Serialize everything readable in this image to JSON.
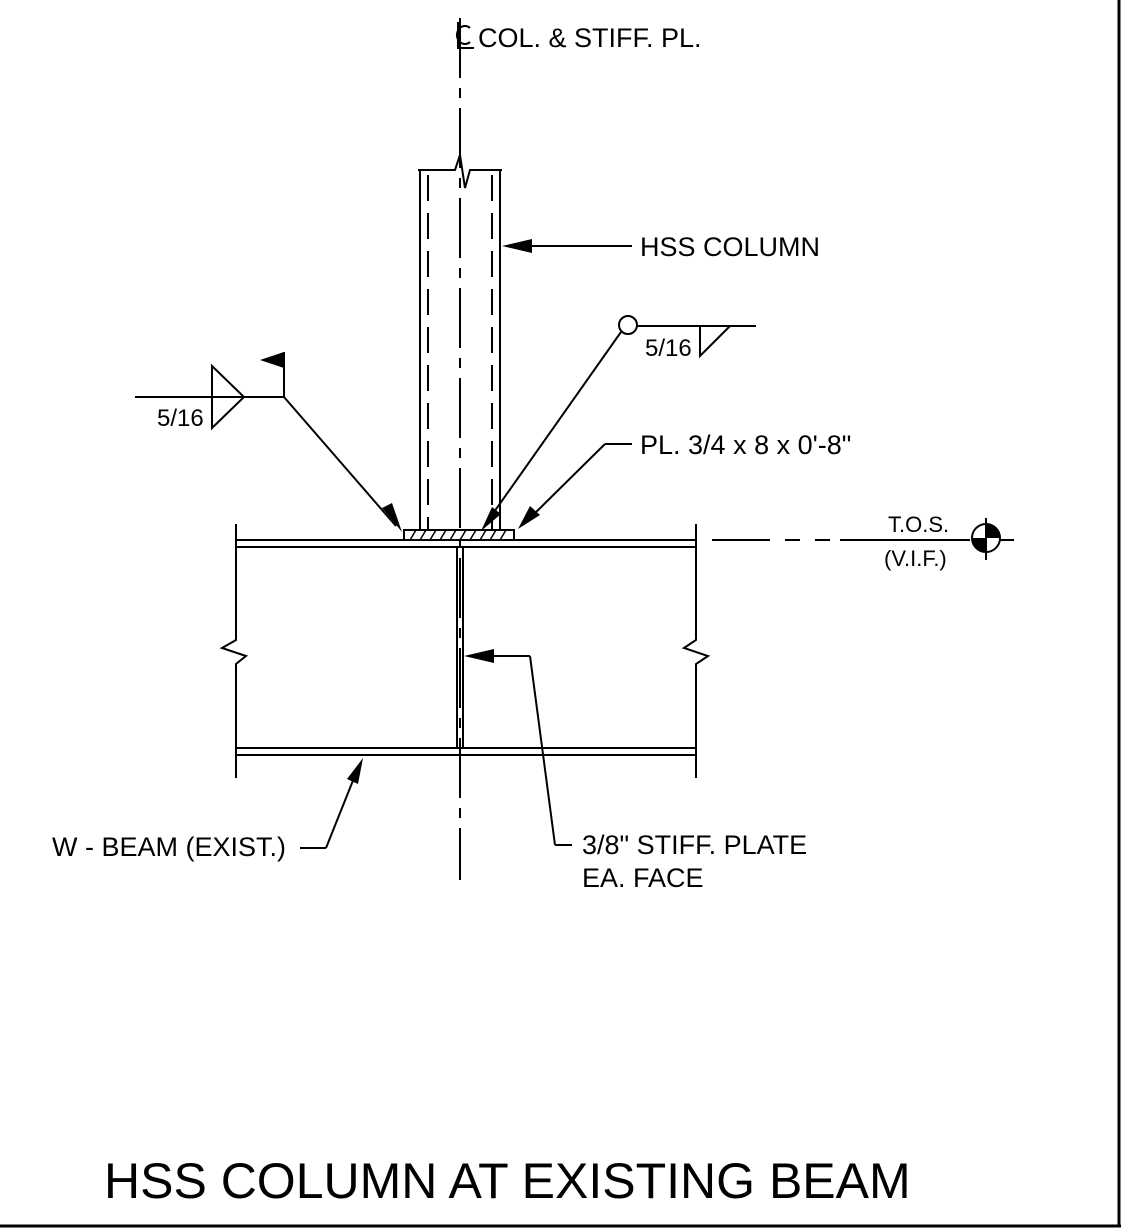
{
  "labels": {
    "centerline": "COL. & STIFF. PL.",
    "hss_column": "HSS COLUMN",
    "weld_left": "5/16",
    "weld_right": "5/16",
    "plate": "PL. 3/4 x 8 x 0'-8\"",
    "tos_line1": "T.O.S.",
    "tos_line2": "(V.I.F.)",
    "w_beam": "W - BEAM (EXIST.)",
    "stiff_plate_line1": "3/8\" STIFF. PLATE",
    "stiff_plate_line2": "EA. FACE"
  },
  "title": "HSS COLUMN AT EXISTING BEAM"
}
